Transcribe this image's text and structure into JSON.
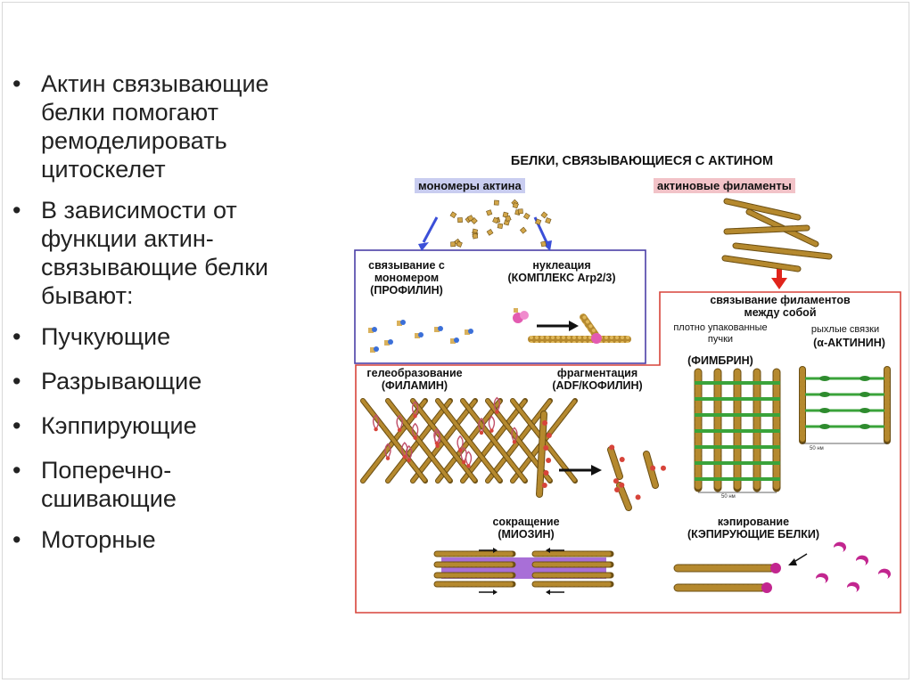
{
  "slide": {
    "bullets": [
      "Актин связывающие\nбелки помогают\nремоделировать\nцитоскелет",
      "В зависимости от\nфункции актин-\nсвязывающие белки\nбывают:",
      "Пучкующие",
      "Разрывающие",
      "Кэппирующие",
      "Поперечно-\nсшивающие",
      "Моторные"
    ],
    "bullet_char": "•"
  },
  "figure": {
    "title": "БЕЛКИ, СВЯЗЫВАЮЩИЕСЯ С АКТИНОМ",
    "monomers_tag": "мономеры актина",
    "filaments_tag": "актиновые филаменты",
    "monomer_binding": "связывание с\nмономером\n(ПРОФИЛИН)",
    "nucleation": "нуклеация\n(КОМПЛЕКС Arp2/3)",
    "filament_binding": "связывание филаментов\nмежду собой",
    "tight_bundles": "плотно упакованные\nпучки",
    "fimbrin": "(ФИМБРИН)",
    "loose_links": "рыхлые связки",
    "alpha_actinin": "(α-АКТИНИН)",
    "gelation": "гелеобразование\n(ФИЛАМИН)",
    "fragmentation": "фрагментация\n(ADF/КОФИЛИН)",
    "contraction": "сокращение\n(МИОЗИН)",
    "capping": "кэпирование\n(КЭПИРУЮЩИЕ БЕЛКИ)",
    "scale_1": "50 нм",
    "scale_2": "50 нм"
  },
  "colors": {
    "purple_box": "#4b3fa6",
    "red_box": "#d7443a",
    "monomers_tag_bg": "#c9cdf0",
    "filaments_tag_bg": "#f2c3c8",
    "actin": "#b5892e",
    "actin_dark": "#6d5014",
    "fimbrin_green": "#3aa33a",
    "myosin_purple": "#8b3fc9",
    "capping_magenta": "#c2268f",
    "arrow_blue": "#3b4fd8",
    "arrow_red": "#e0241b"
  }
}
